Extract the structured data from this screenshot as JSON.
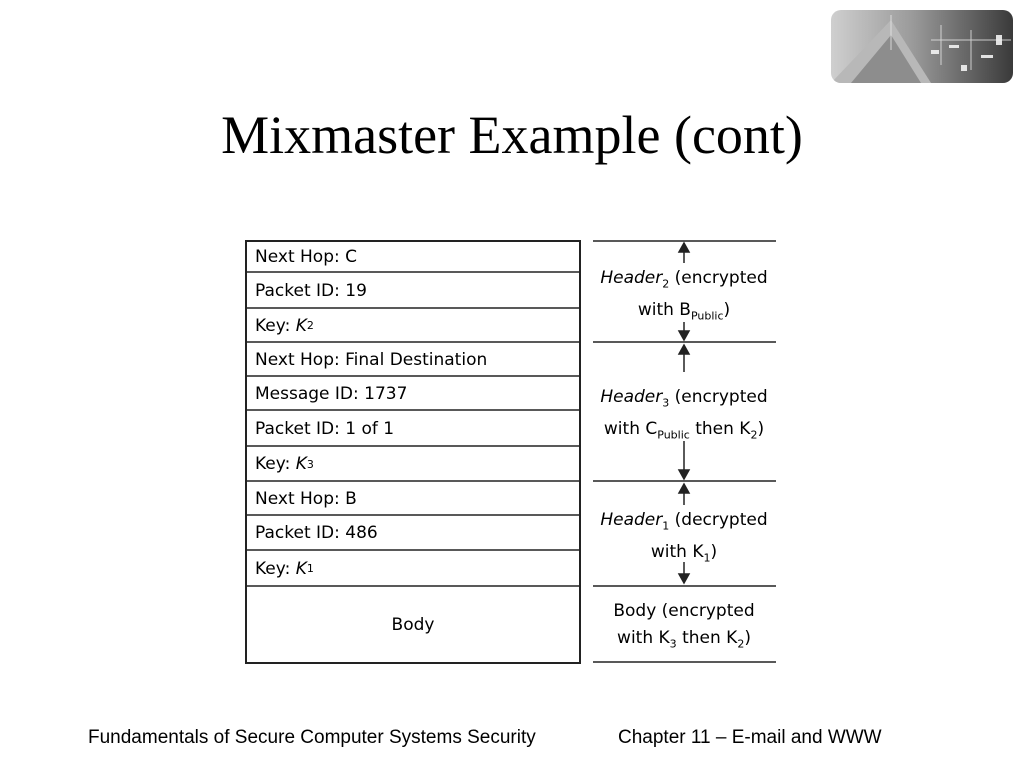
{
  "slide": {
    "title": "Mixmaster Example (cont)",
    "logo_icon": "city-photo-logo"
  },
  "packet_rows": [
    {
      "label": "Next Hop: C"
    },
    {
      "label": "Packet ID: 19"
    },
    {
      "label": "Key: ",
      "key": "K",
      "sub": "2"
    },
    {
      "label": "Next Hop: Final Destination"
    },
    {
      "label": "Message ID: 1737"
    },
    {
      "label": "Packet ID: 1 of 1"
    },
    {
      "label": "Key: ",
      "key": "K",
      "sub": "3"
    },
    {
      "label": "Next Hop: B"
    },
    {
      "label": "Packet ID: 486"
    },
    {
      "label": "Key: ",
      "key": "K",
      "sub": "1"
    },
    {
      "label": "Body"
    }
  ],
  "sections": [
    {
      "name": "Header",
      "sub": "2",
      "line1_tail": " (encrypted",
      "line2": "with B",
      "line2_sub": "Public",
      "line2_tail": ")"
    },
    {
      "name": "Header",
      "sub": "3",
      "line1_tail": " (encrypted",
      "line2": "with C",
      "line2_sub": "Public",
      "line2_mid": " then K",
      "line2_mid_sub": "2",
      "line2_tail": ")"
    },
    {
      "name": "Header",
      "sub": "1",
      "line1_tail": " (decrypted",
      "line2": "with K",
      "line2_sub": "1",
      "line2_tail": ")"
    },
    {
      "line1": "Body (encrypted",
      "line2": "with K",
      "line2_sub": "3",
      "line2_mid": " then K",
      "line2_mid_sub": "2",
      "line2_tail": ")"
    }
  ],
  "footer": {
    "left": "Fundamentals of Secure Computer Systems Security",
    "right": "Chapter 11 – E-mail and WWW"
  }
}
